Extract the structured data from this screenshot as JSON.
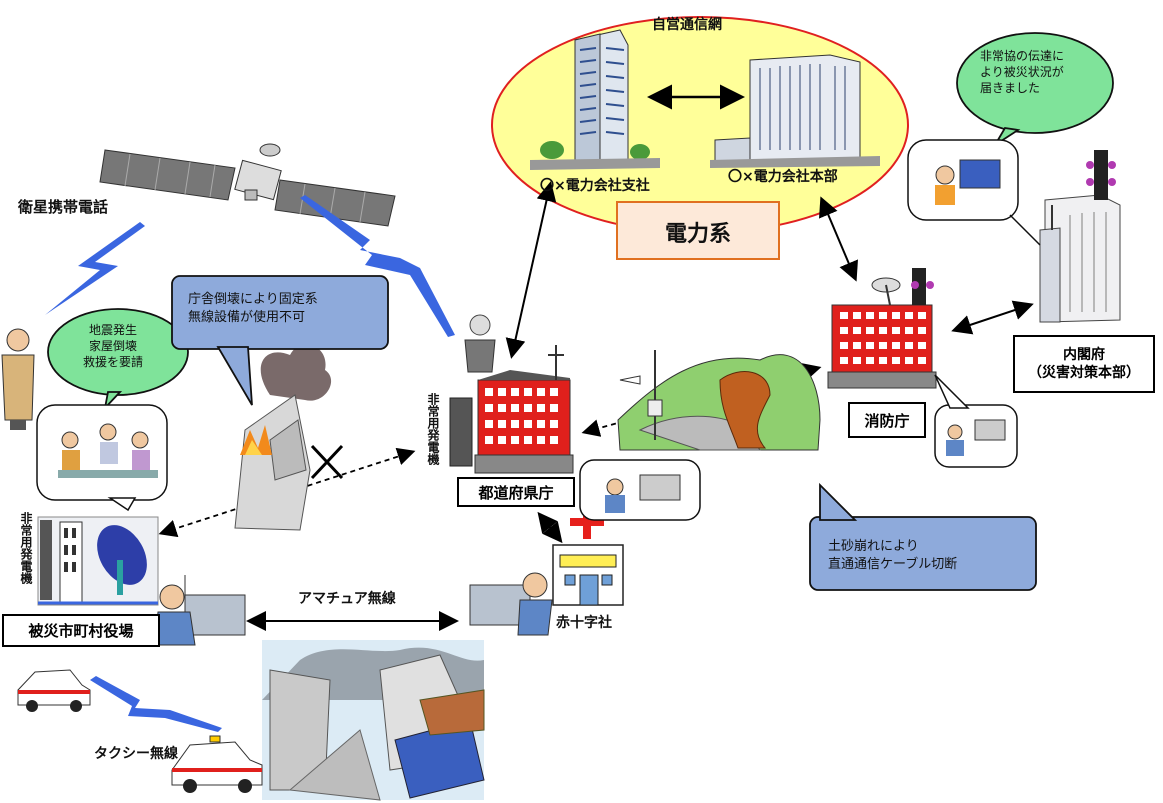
{
  "network": {
    "title": "自営通信網",
    "branch_office": "〇×電力会社支社",
    "head_office": "〇×電力会社本部",
    "category": "電力系"
  },
  "satellite_phone": "衛星携帯電話",
  "prefecture": {
    "label": "都道府県庁",
    "generator": "非常用発電機"
  },
  "municipality": {
    "label": "被災市町村役場",
    "generator": "非常用発電機"
  },
  "fire_dept": "消防庁",
  "cabinet": {
    "name": "内閣府",
    "sub": "（災害対策本部）"
  },
  "red_cross": "赤十字社",
  "amateur_radio": "アマチュア無線",
  "taxi_radio": "タクシー無線",
  "bubbles": {
    "earthquake": "地震発生\n家屋倒壊\n救援を要請",
    "building_collapse": "庁舎倒壊により固定系\n無線設備が使用不可",
    "cabinet_info": "非常協の伝達に\nより被災状況が\n届きました",
    "landslide": "土砂崩れにより\n直通通信ケーブル切断"
  },
  "colors": {
    "ellipse_fill": "#ffff99",
    "ellipse_stroke": "#e02020",
    "power_box_fill": "#fde9d9",
    "power_box_stroke": "#e07020",
    "green_bubble": "#7fe39a",
    "blue_bubble": "#8eaadb",
    "lightning": "#3a66e0",
    "building_red": "#e0201c"
  }
}
